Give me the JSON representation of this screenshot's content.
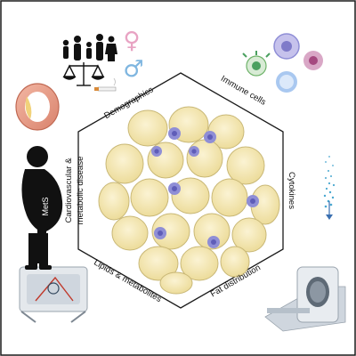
{
  "figure": {
    "labels": {
      "demographics": "Demographics",
      "immune_cells": "Immune cells",
      "cytokines": "Cytokines",
      "fat_distribution": "Fat distribution",
      "lipids_metabolites": "Lipids & metabolites",
      "cardio_line1": "Cardiovascular &",
      "cardio_line2": "metabolic disease",
      "mets_badge": "MetS"
    },
    "gender_symbols": {
      "female": "♀",
      "male": "♂"
    },
    "colors": {
      "border": "#1a1a1a",
      "adipocyte_fill": "#f6e9b8",
      "adipocyte_stroke": "#c9b877",
      "immune_cell": "#8f8ed6",
      "immune_nucleus": "#5f5db8",
      "female_symbol": "#e8a3c3",
      "male_symbol": "#7fb6e0",
      "cytokine_dots": "#4aa8d0",
      "silhouette": "#111111"
    },
    "icons": [
      "family-icon",
      "scales-icon",
      "cigarette-icon",
      "female-symbol-icon",
      "male-symbol-icon",
      "immune-cells-icon",
      "cytokine-gradient-icon",
      "mri-scanner-icon",
      "lipid-analyzer-icon",
      "artery-plaque-icon",
      "obese-person-icon"
    ]
  }
}
